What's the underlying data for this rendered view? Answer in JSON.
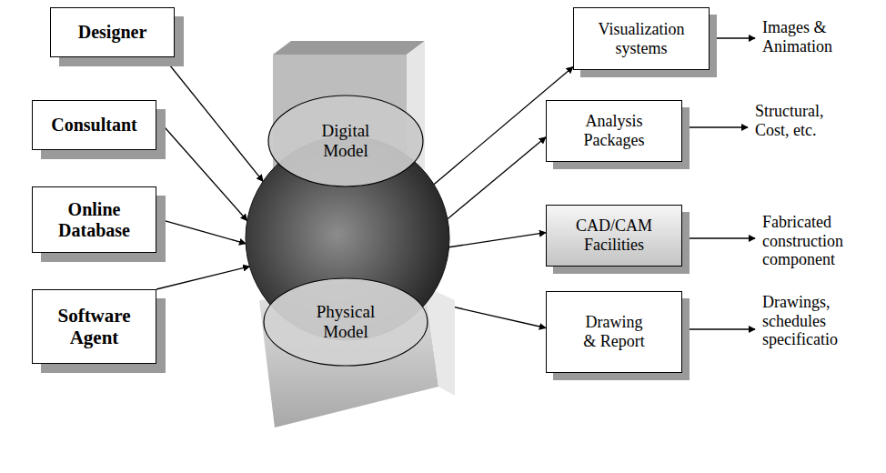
{
  "diagram": {
    "nodes": [
      {
        "text": [
          "Designer"
        ]
      },
      {
        "text": [
          "Consultant"
        ]
      },
      {
        "text": [
          "Online Database"
        ]
      },
      {
        "text": [
          "Software Agent"
        ]
      },
      {
        "text": [
          "Digital Model",
          "Physical Model"
        ]
      },
      {
        "text": [
          "Visualization systems"
        ]
      },
      {
        "text": [
          "Analysis Packages"
        ]
      },
      {
        "text": [
          "CAD/CAM Facilities"
        ]
      },
      {
        "text": [
          "Drawing & Report"
        ]
      }
    ],
    "edges": [
      {
        "from": 0,
        "to": 4,
        "arrow": "to"
      },
      {
        "from": 1,
        "to": 4,
        "arrow": "to"
      },
      {
        "from": 2,
        "to": 4,
        "arrow": "to"
      },
      {
        "from": 3,
        "to": 4,
        "arrow": "to"
      },
      {
        "from": 4,
        "to": 5,
        "arrow": "to"
      },
      {
        "from": 4,
        "to": 6,
        "arrow": "to"
      },
      {
        "from": 4,
        "to": 7,
        "arrow": "to"
      },
      {
        "from": 4,
        "to": 8,
        "arrow": "to"
      }
    ],
    "labels": [
      "Images & Animation",
      "Structural, Cost, etc.",
      "Fabricated construction component",
      "Drawings, schedules specificatio"
    ]
  }
}
